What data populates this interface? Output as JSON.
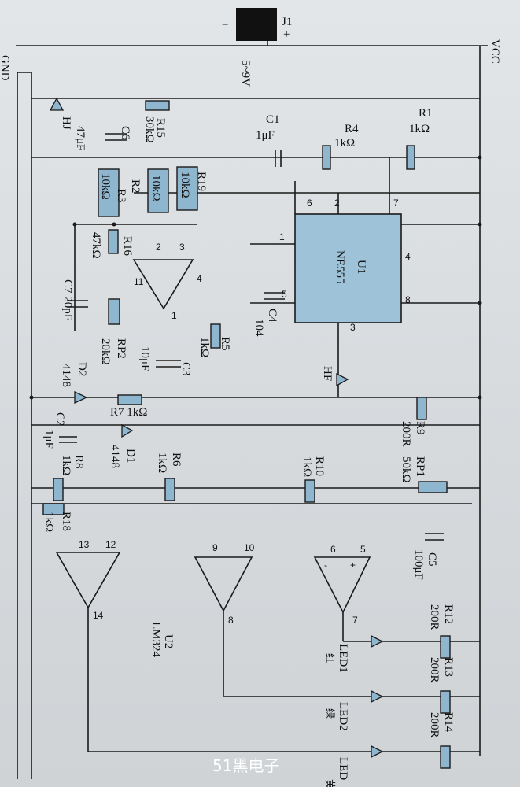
{
  "rails": {
    "vcc": "VCC",
    "gnd": "GND"
  },
  "connector": {
    "ref": "J1",
    "voltage": "5~9V",
    "plus": "+",
    "minus": "−"
  },
  "timer": {
    "ref": "U1",
    "part": "NE555",
    "pins": [
      "6",
      "2",
      "7",
      "1",
      "4",
      "5",
      "8",
      "3"
    ]
  },
  "opamp": {
    "ref": "U2",
    "part": "LM324",
    "pins": [
      "2",
      "3",
      "4",
      "11",
      "1",
      "5",
      "6",
      "7",
      "10",
      "9",
      "8",
      "12",
      "13",
      "14",
      "+",
      "-"
    ]
  },
  "resistors": [
    {
      "ref": "R1",
      "value": "1kΩ"
    },
    {
      "ref": "R4",
      "value": "1kΩ"
    },
    {
      "ref": "R15",
      "value": "30kΩ"
    },
    {
      "ref": "R2",
      "value": "10kΩ"
    },
    {
      "ref": "R19",
      "value": "10kΩ"
    },
    {
      "ref": "R3",
      "value": "10kΩ"
    },
    {
      "ref": "R16",
      "value": "47kΩ"
    },
    {
      "ref": "R5",
      "value": "1kΩ"
    },
    {
      "ref": "R7",
      "value": "1kΩ"
    },
    {
      "ref": "R9",
      "value": "200R"
    },
    {
      "ref": "RP1",
      "value": "50kΩ"
    },
    {
      "ref": "R10",
      "value": "1kΩ"
    },
    {
      "ref": "R6",
      "value": "1kΩ"
    },
    {
      "ref": "R8",
      "value": "1kΩ"
    },
    {
      "ref": "R18",
      "value": "1kΩ"
    },
    {
      "ref": "R12",
      "value": "200R"
    },
    {
      "ref": "R13",
      "value": "200R"
    },
    {
      "ref": "R14",
      "value": "200R"
    },
    {
      "ref": "RP2",
      "value": "20kΩ"
    }
  ],
  "capacitors": [
    {
      "ref": "C1",
      "value": "1μF"
    },
    {
      "ref": "C6",
      "value": "47μF"
    },
    {
      "ref": "C4",
      "value": "104"
    },
    {
      "ref": "C7",
      "value": "20pF"
    },
    {
      "ref": "C3",
      "value": "10μF"
    },
    {
      "ref": "C2",
      "value": "1μF"
    },
    {
      "ref": "C5",
      "value": "100μF"
    }
  ],
  "diodes": [
    {
      "ref": "D2",
      "value": "4148"
    },
    {
      "ref": "D1",
      "value": "4148"
    },
    {
      "ref": "HJ",
      "value": ""
    },
    {
      "ref": "HF",
      "value": ""
    }
  ],
  "leds": [
    {
      "ref": "LED1",
      "color": "红"
    },
    {
      "ref": "LED2",
      "color": "绿"
    },
    {
      "ref": "LED",
      "color": "黄"
    }
  ],
  "watermark": "51黑电子"
}
